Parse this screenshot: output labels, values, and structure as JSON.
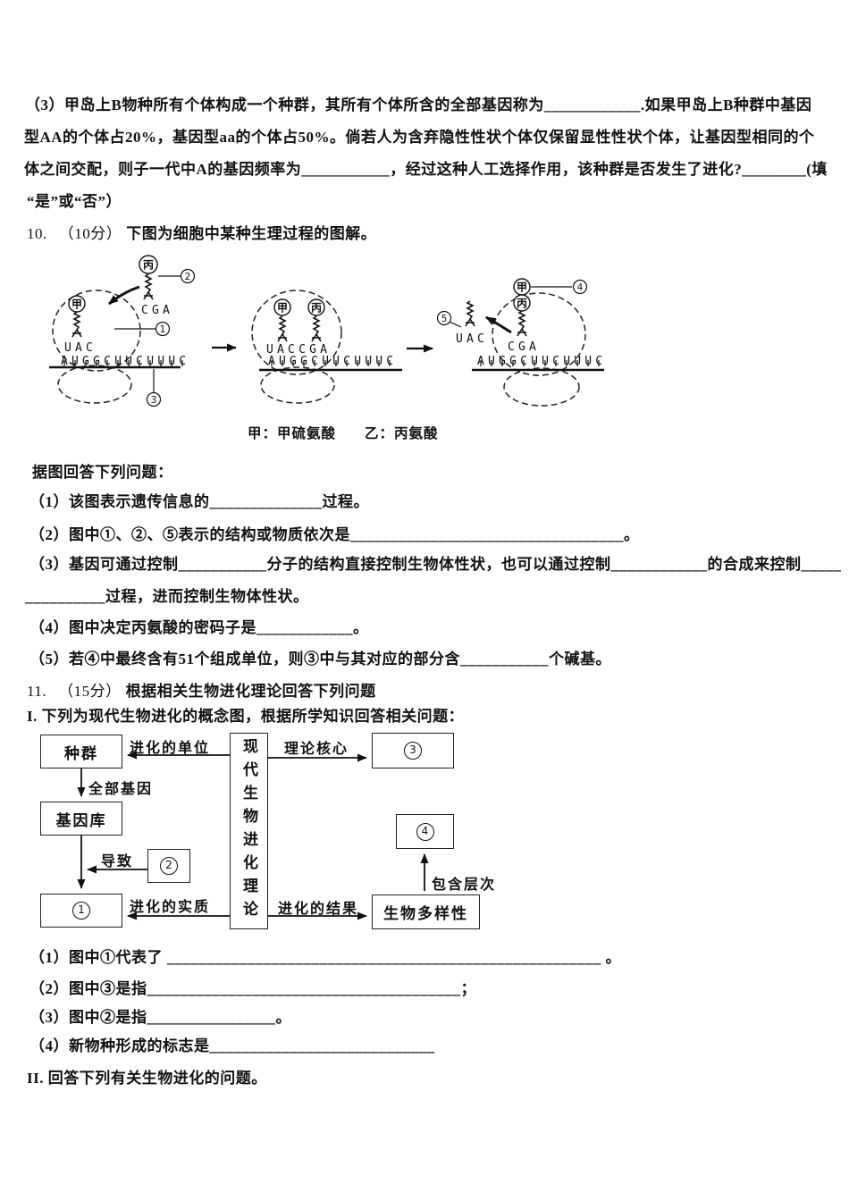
{
  "lines": {
    "p3_l1": "（3）甲岛上B物种所有个体构成一个种群，其所有个体所含的全部基因称为____________.如果甲岛上B种群中基因",
    "p3_l2": "型AA的个体占20%，基因型aa的个体占50%。倘若人为含弃隐性性状个体仅保留显性性状个体，让基因型相同的个",
    "p3_l3": "体之间交配，则子一代中A的基因频率为___________，经过这种人工选择作用，该种群是否发生了进化?________(填",
    "p3_l4": "“是”或“否”）",
    "q10_num": "10.",
    "q10_score": "（10分）",
    "q10_title": "下图为细胞中某种生理过程的图解。",
    "q10_intro": "据图回答下列问题：",
    "q10_1": "（1）该图表示遗传信息的______________过程。",
    "q10_2": "（2）图中①、②、⑤表示的结构或物质依次是__________________________________。",
    "q10_3a": "（3）基因可通过控制___________分子的结构直接控制生物体性状，也可以通过控制____________的合成来控制_____",
    "q10_3b": "__________过程，进而控制生物体性状。",
    "q10_4": "（4）图中决定丙氨酸的密码子是____________。",
    "q10_5": "（5）若④中最终含有51个组成单位，则③中与其对应的部分含___________个碱基。",
    "q11_num": "11.",
    "q11_score": "（15分）",
    "q11_title": "根据相关生物进化理论回答下列问题",
    "q11_part1": "I. 下列为现代生物进化的概念图，根据所学知识回答相关问题：",
    "q11_1": "（1）图中①代表了 ______________________________________________________ 。",
    "q11_2": "（2）图中③是指_______________________________________；",
    "q11_3": "（3）图中②是指________________。",
    "q11_4": "（4）新物种形成的标志是____________________________",
    "q11_part2": "II. 回答下列有关生物进化的问题。"
  },
  "diagram1": {
    "mrna": "AUGGCUUCUUUC",
    "anticodon_met": "UAC",
    "anticodon_ala": "CGA",
    "p2_anticodons": "UACCGA",
    "aa_met": "甲",
    "aa_ala": "丙",
    "label_1": "1",
    "label_2": "2",
    "label_3": "3",
    "label_4": "4",
    "label_5": "5",
    "caption_met": "甲：甲硫氨酸",
    "caption_ala": "乙：丙氨酸"
  },
  "diagram2": {
    "box_population": "种群",
    "box_genepool": "基因库",
    "box_1": "1",
    "box_2": "2",
    "box_3": "3",
    "box_4": "4",
    "box_center": "现代生物进化理论",
    "box_biodiversity": "生物多样性",
    "edge_unit": "进化的单位",
    "edge_core": "理论核心",
    "edge_allgenes": "全部基因",
    "edge_cause": "导致",
    "edge_essence": "进化的实质",
    "edge_result": "进化的结果",
    "edge_levels": "包含层次"
  }
}
